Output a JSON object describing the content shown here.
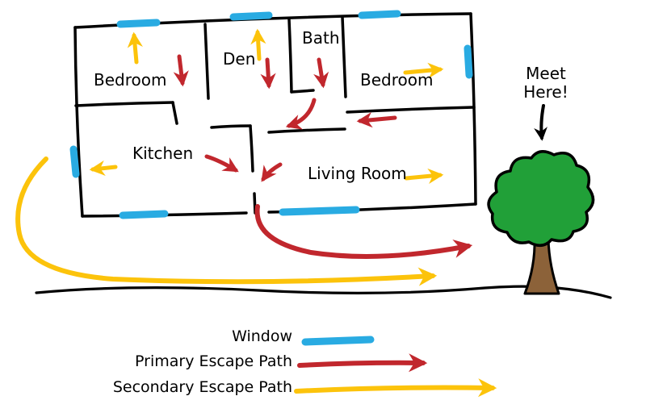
{
  "rooms": {
    "bedroom_left": "Bedroom",
    "den": "Den",
    "bath": "Bath",
    "bedroom_right": "Bedroom",
    "kitchen": "Kitchen",
    "living_room": "Living Room"
  },
  "annotations": {
    "meet_here": "Meet Here!"
  },
  "legend": {
    "window": "Window",
    "primary": "Primary Escape Path",
    "secondary": "Secondary Escape Path"
  },
  "colors": {
    "window": "#29abe2",
    "primary": "#c1272d",
    "secondary": "#fcc30b",
    "tree_foliage": "#21a038",
    "tree_trunk": "#8c6239",
    "outline": "#000000"
  }
}
